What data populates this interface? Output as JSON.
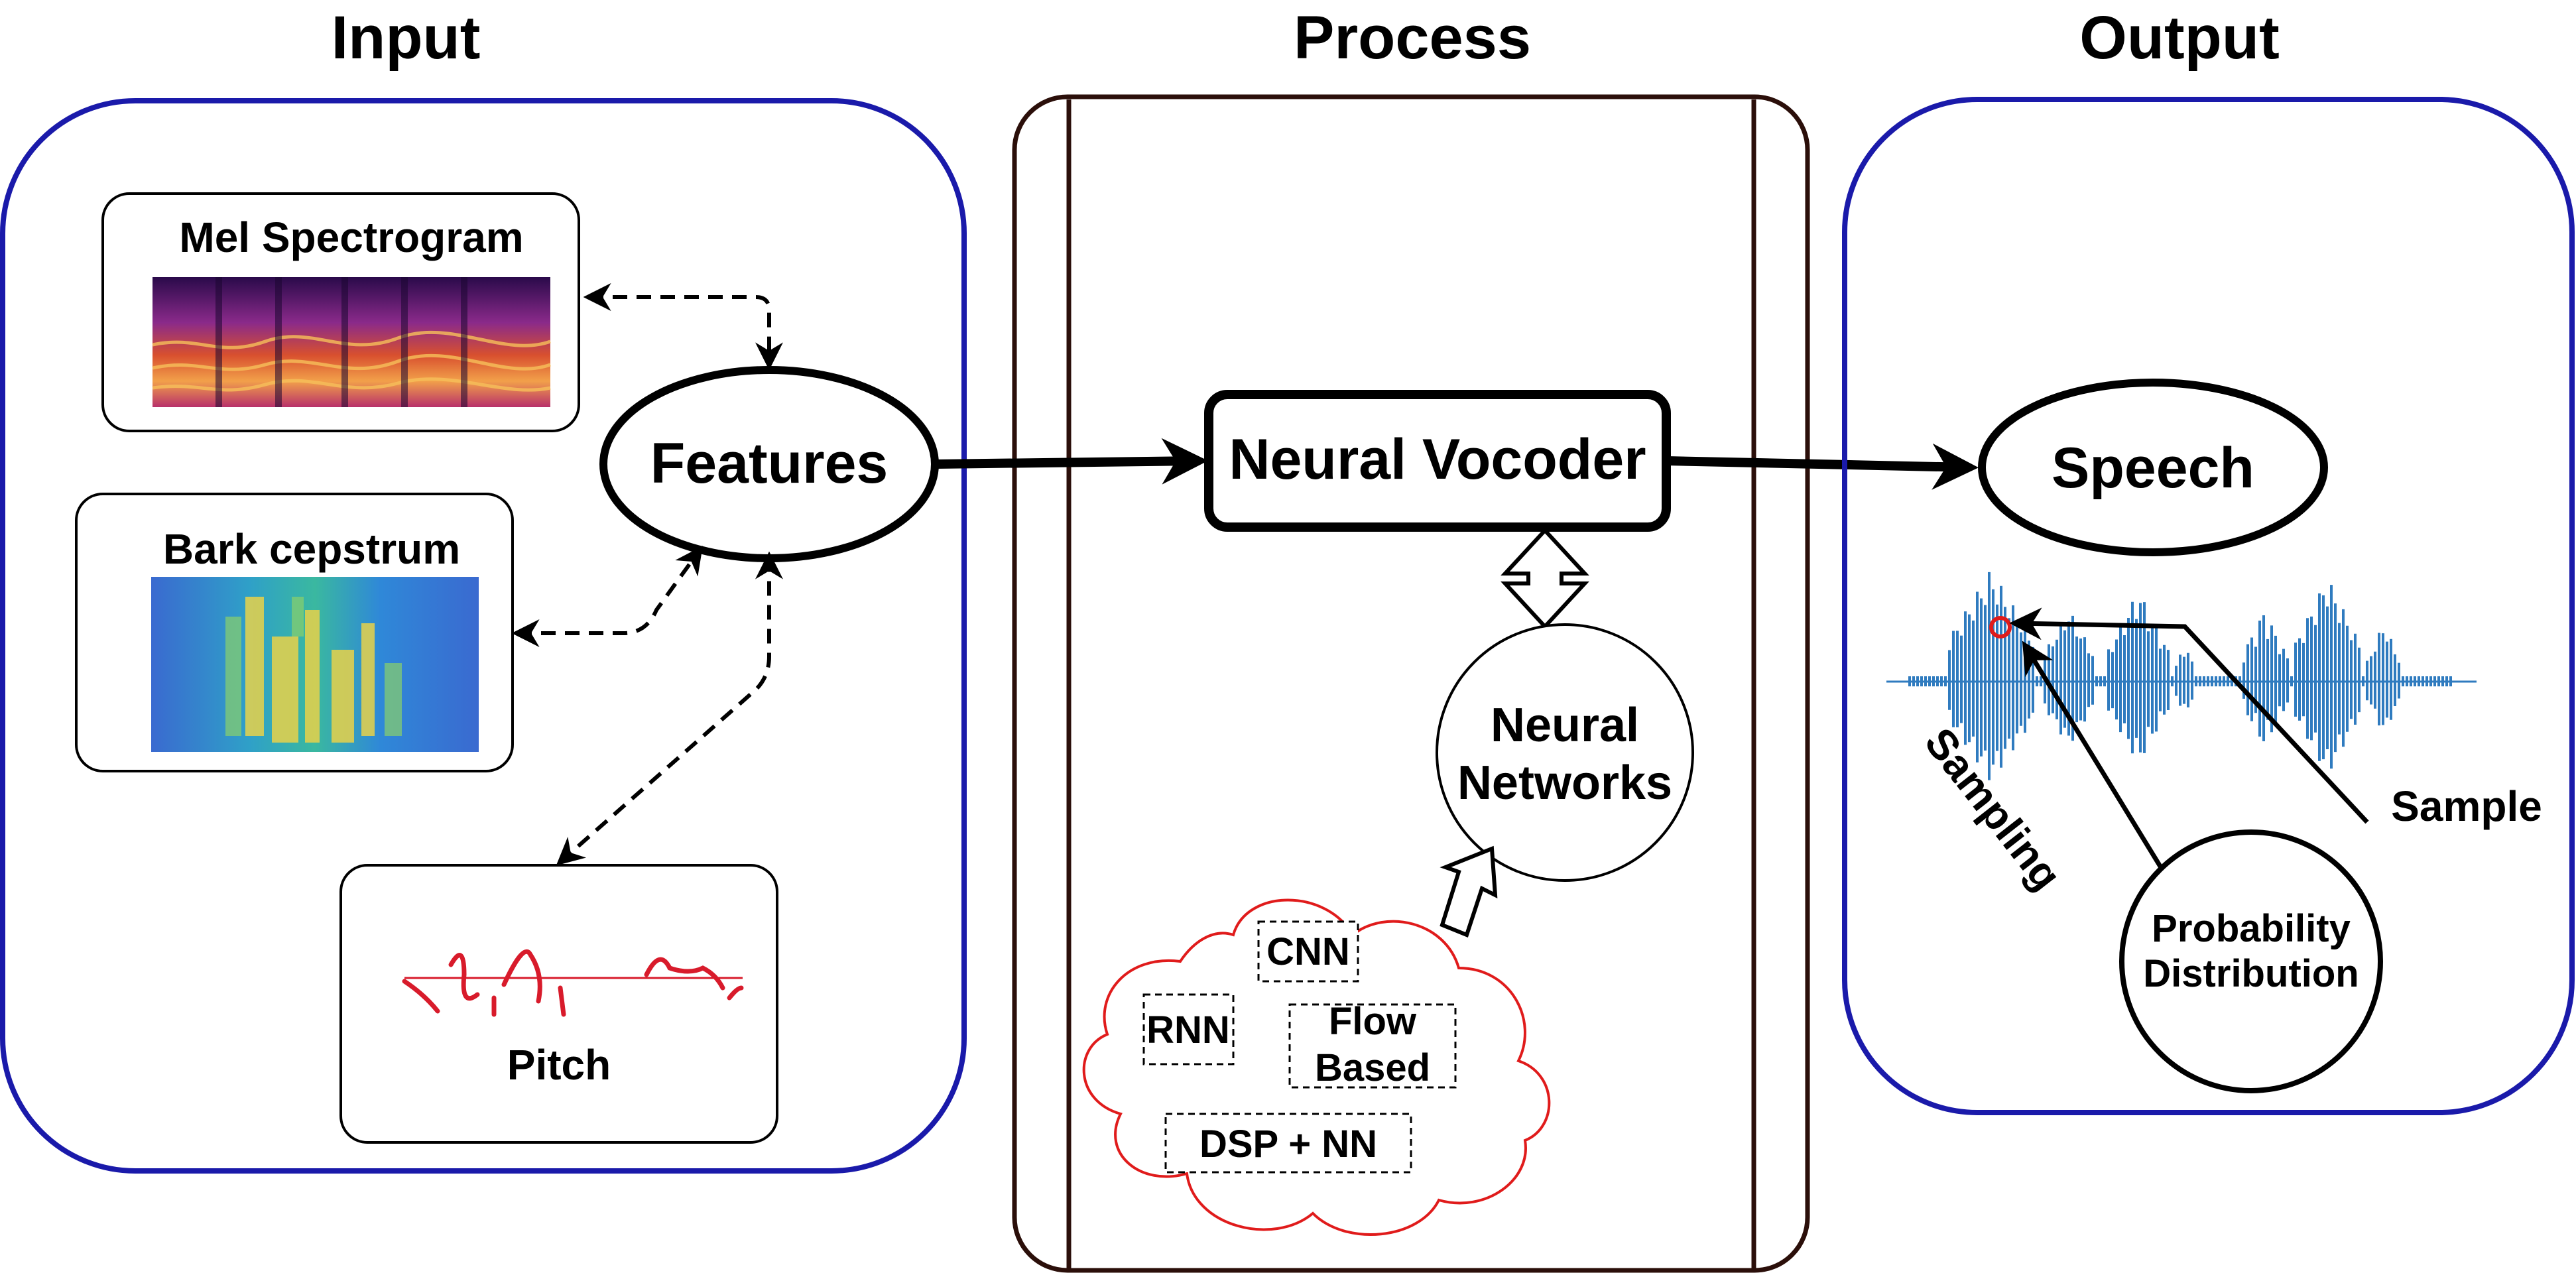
{
  "headers": {
    "input": "Input",
    "process": "Process",
    "output": "Output"
  },
  "input": {
    "mel_label": "Mel Spectrogram",
    "bark_label": "Bark cepstrum",
    "pitch_label": "Pitch",
    "features_label": "Features"
  },
  "process": {
    "vocoder_label": "Neural Vocoder",
    "nn_line1": "Neural",
    "nn_line2": "Networks",
    "cloud_items": [
      "CNN",
      "RNN",
      "Flow",
      "Based",
      "DSP + NN"
    ]
  },
  "output": {
    "speech_label": "Speech",
    "sampling_label": "Sampling",
    "sample_label": "Sample",
    "prob_line1": "Probability",
    "prob_line2": "Distribution"
  },
  "colors": {
    "panel_border": "#1a1aaa",
    "process_border": "#2b0f0a",
    "cloud": "#e01b1b",
    "waveform": "#2f7bbf",
    "pitch_red": "#d81b2b",
    "sample_marker": "#e01b1b"
  }
}
